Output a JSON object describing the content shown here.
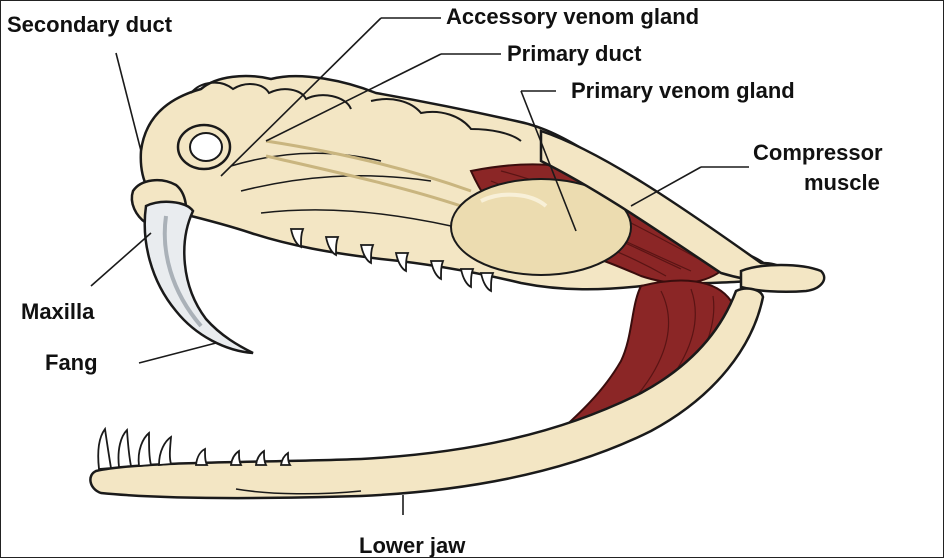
{
  "labels": {
    "secondary_duct": "Secondary duct",
    "accessory_venom_gland": "Accessory venom gland",
    "primary_duct": "Primary duct",
    "primary_venom_gland": "Primary venom gland",
    "compressor_muscle_line1": "Compressor",
    "compressor_muscle_line2": "muscle",
    "maxilla": "Maxilla",
    "fang": "Fang",
    "lower_jaw": "Lower jaw"
  },
  "colors": {
    "bone": "#f3e6c4",
    "bone_shadow": "#e2cf9f",
    "gland": "#ecdcb0",
    "muscle": "#8b2626",
    "fang": "#e9ecef",
    "outline": "#1a1a1a"
  }
}
